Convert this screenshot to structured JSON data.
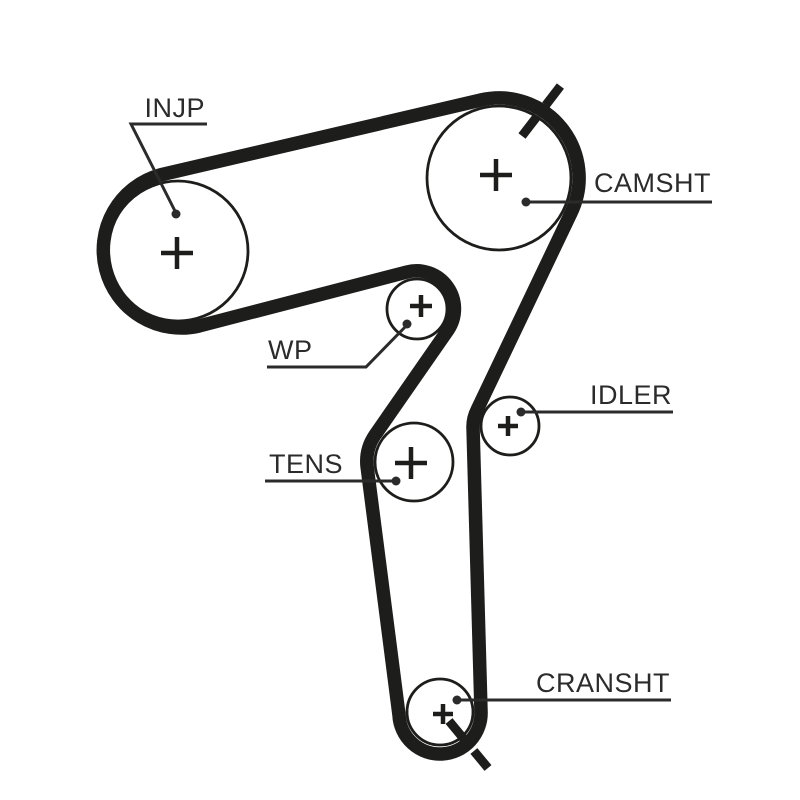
{
  "diagram": {
    "kind": "timing-belt-routing-diagram",
    "colors": {
      "background": "#ffffff",
      "belt": "#1d1d1b",
      "outline": "#1d1d1b",
      "text": "#2b2b2b"
    },
    "components": {
      "injp": {
        "label": "INJP"
      },
      "camsht": {
        "label": "CAMSHT"
      },
      "wp": {
        "label": "WP"
      },
      "tens": {
        "label": "TENS"
      },
      "idler": {
        "label": "IDLER"
      },
      "cransht": {
        "label": "CRANSHT"
      }
    }
  }
}
